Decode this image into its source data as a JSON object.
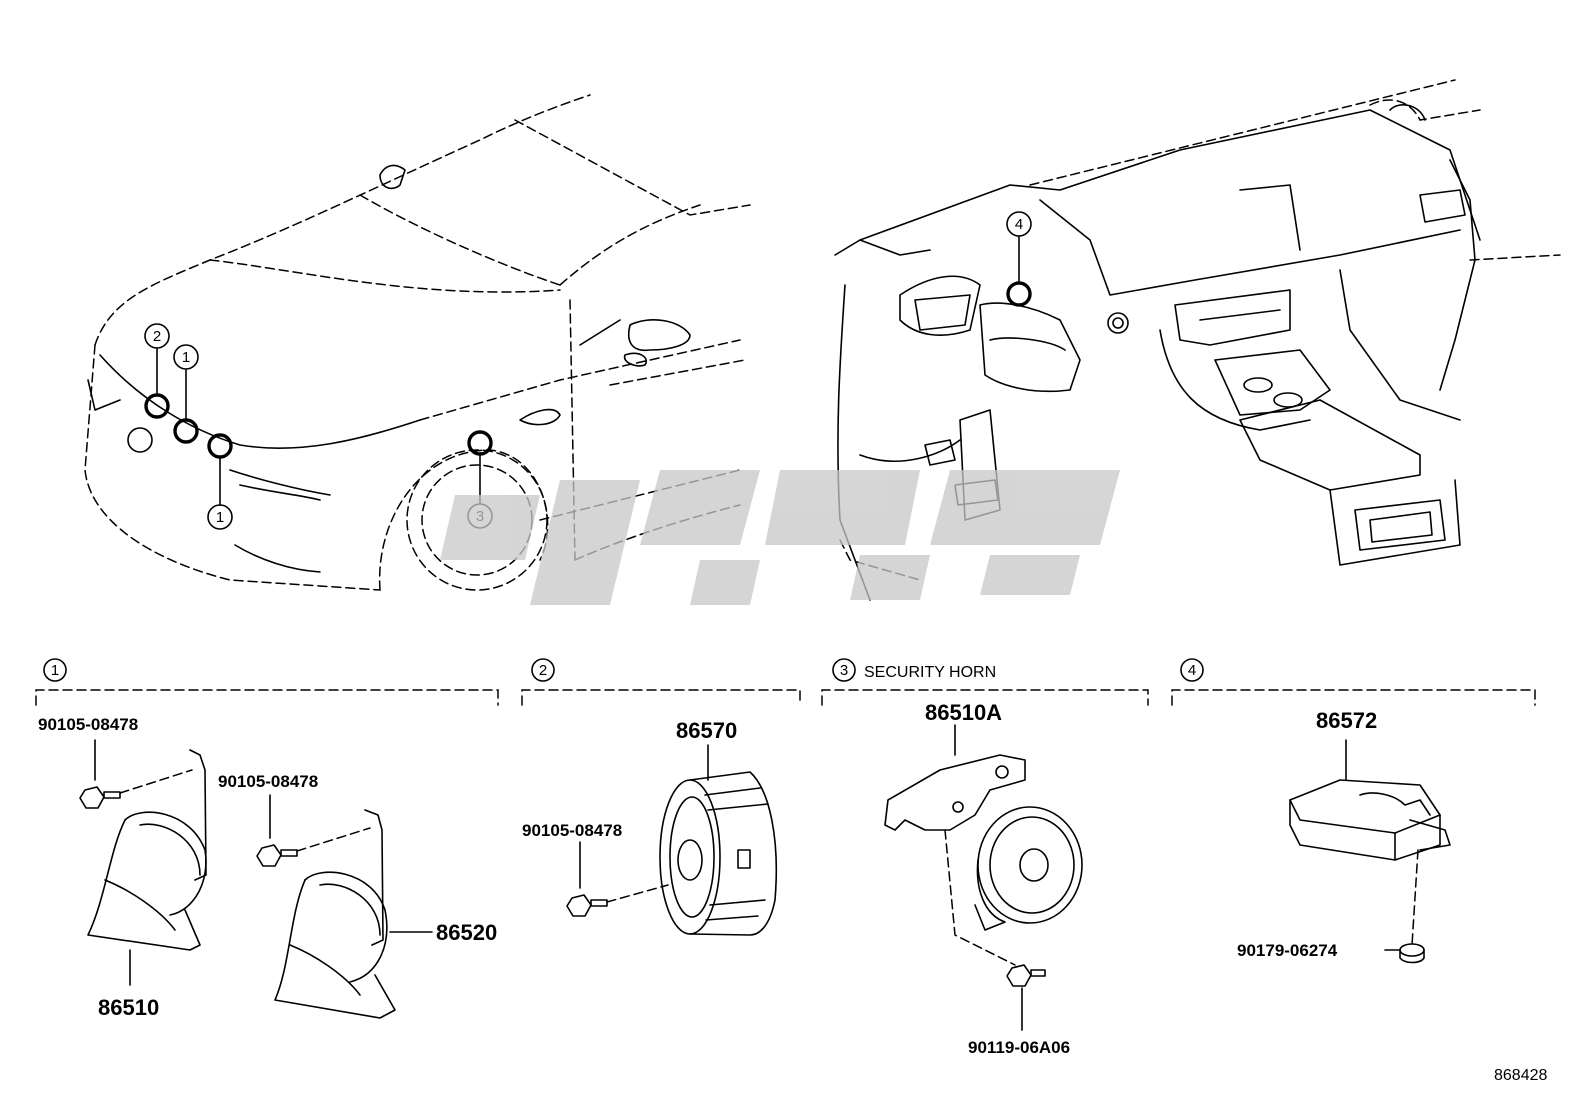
{
  "callouts": [
    {
      "num": "1"
    },
    {
      "num": "1"
    },
    {
      "num": "2"
    },
    {
      "num": "3"
    },
    {
      "num": "4"
    }
  ],
  "sections": [
    {
      "num": "1",
      "title": "",
      "parts": {
        "horn_low": "86510",
        "horn_high": "86520",
        "bolt_a": "90105-08478",
        "bolt_b": "90105-08478"
      }
    },
    {
      "num": "2",
      "title": "",
      "parts": {
        "siren": "86570",
        "bolt": "90105-08478"
      }
    },
    {
      "num": "3",
      "title": "SECURITY HORN",
      "parts": {
        "horn": "86510A",
        "bolt": "90119-06A06"
      }
    },
    {
      "num": "4",
      "title": "",
      "parts": {
        "module": "86572",
        "nut": "90179-06274"
      }
    }
  ],
  "reference_number": "868428",
  "watermark_icon": "brand-watermark-icon"
}
